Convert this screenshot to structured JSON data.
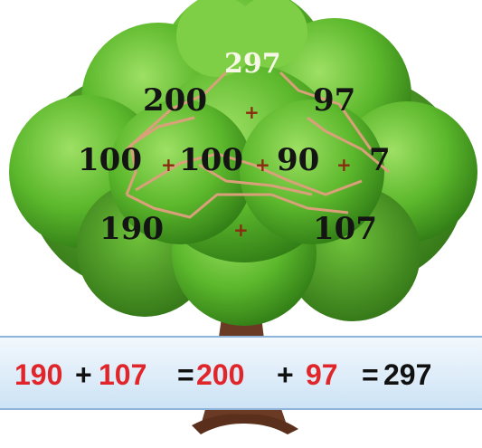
{
  "tree": {
    "total": "297",
    "row1": {
      "left": "200",
      "right": "97"
    },
    "row2": {
      "a": "100",
      "b": "100",
      "c": "90",
      "d": "7"
    },
    "row3": {
      "left": "190",
      "right": "107"
    },
    "plus": "+"
  },
  "equation": {
    "a": "190",
    "op1": "+",
    "b": "107",
    "eq1": "=",
    "c": "200",
    "op2": "+",
    "d": "97",
    "eq2": "=",
    "result": "297"
  },
  "colors": {
    "foliage_dark": "#3f8f1f",
    "foliage_mid": "#5cb82c",
    "foliage_light": "#8fd652",
    "trunk": "#6b3a24",
    "connector": "#d9a07a",
    "plus": "#8a2a10",
    "equation_red": "#e0262a",
    "equation_black": "#111111"
  }
}
